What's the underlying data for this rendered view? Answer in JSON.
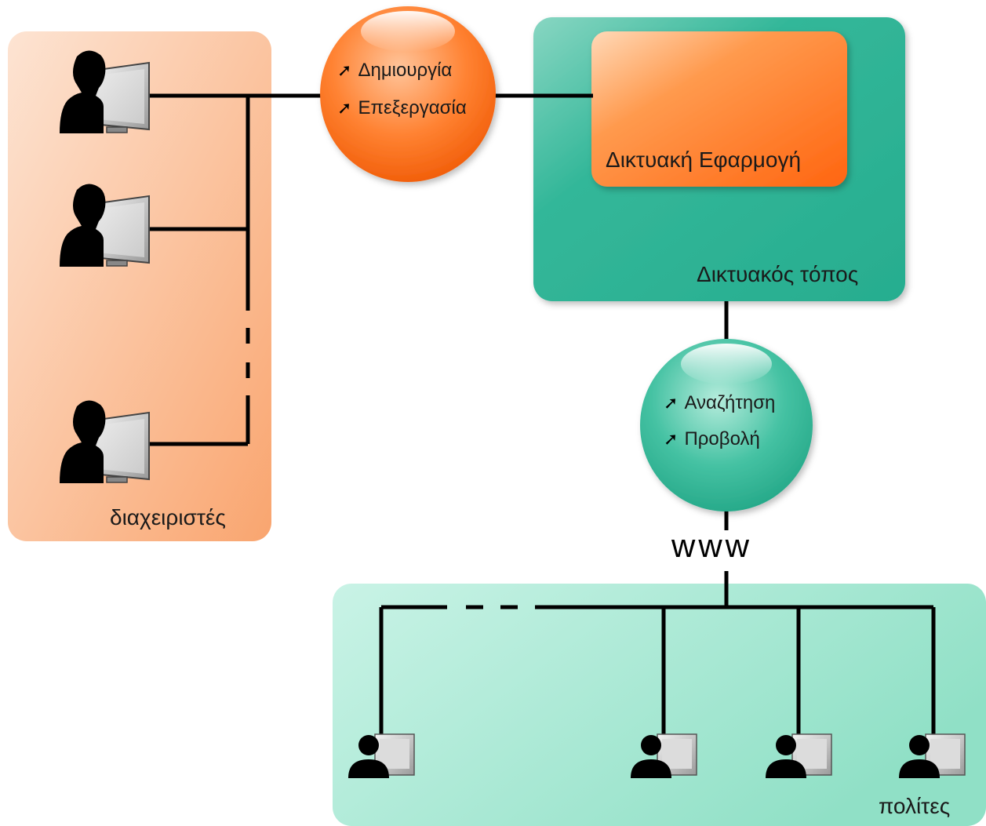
{
  "admins": {
    "label": "διαχειριστές"
  },
  "operations_admin": {
    "items": [
      "Δημιουργία",
      "Επεξεργασία"
    ]
  },
  "website": {
    "label": "Δικτυακός τόπος",
    "app_label": "Δικτυακή Εφαρμογή"
  },
  "operations_public": {
    "items": [
      "Αναζήτηση",
      "Προβολή"
    ]
  },
  "network": {
    "label": "www"
  },
  "citizens": {
    "label": "πολίτες"
  },
  "colors": {
    "orange_accent": "#ff6a13",
    "orange_panel": "#fbb48c",
    "teal_panel": "#2db496",
    "teal_light": "#a7ebd5"
  },
  "icons": {
    "user_workstation": "person-with-monitor-icon",
    "arrow": "north-east-arrow-icon"
  }
}
